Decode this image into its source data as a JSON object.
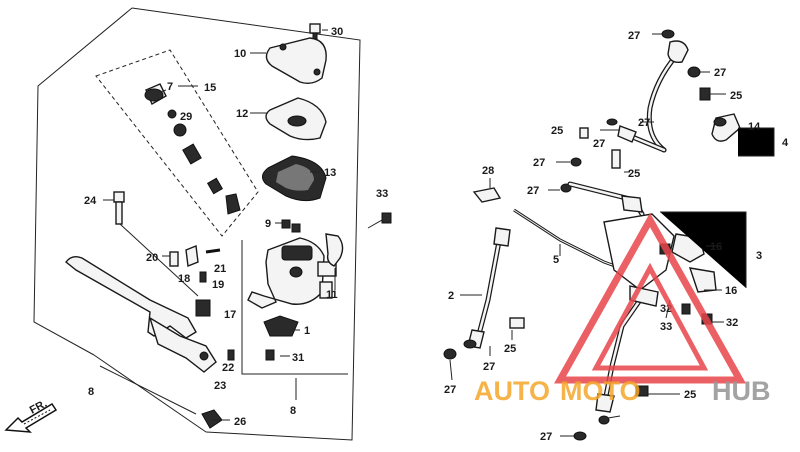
{
  "callouts": {
    "c1": "1",
    "c2": "2",
    "c3": "3",
    "c4": "4",
    "c5": "5",
    "c7": "7",
    "c8a": "8",
    "c8b": "8",
    "c9": "9",
    "c10": "10",
    "c11": "11",
    "c12": "12",
    "c13": "13",
    "c14": "14",
    "c15": "15",
    "c16a": "16",
    "c16b": "16",
    "c17": "17",
    "c18": "18",
    "c19": "19",
    "c20": "20",
    "c21": "21",
    "c22": "22",
    "c23": "23",
    "c24": "24",
    "c25a": "25",
    "c25b": "25",
    "c25c": "25",
    "c25d": "25",
    "c25e": "25",
    "c26": "26",
    "c27a": "27",
    "c27b": "27",
    "c27c": "27",
    "c27d": "27",
    "c27e": "27",
    "c27f": "27",
    "c27g": "27",
    "c27h": "27",
    "c27i": "27",
    "c28": "28",
    "c29": "29",
    "c30": "30",
    "c31": "31",
    "c32a": "32",
    "c32b": "32",
    "c33a": "33",
    "c33b": "33"
  },
  "direction_label": "FR.",
  "watermark": {
    "text_auto": "AUTO",
    "text_moto": "MOTO",
    "text_hub": "HUB",
    "color_red": "#e8454a",
    "color_orange": "#f4a62a",
    "color_grey": "#9a9a9a"
  }
}
